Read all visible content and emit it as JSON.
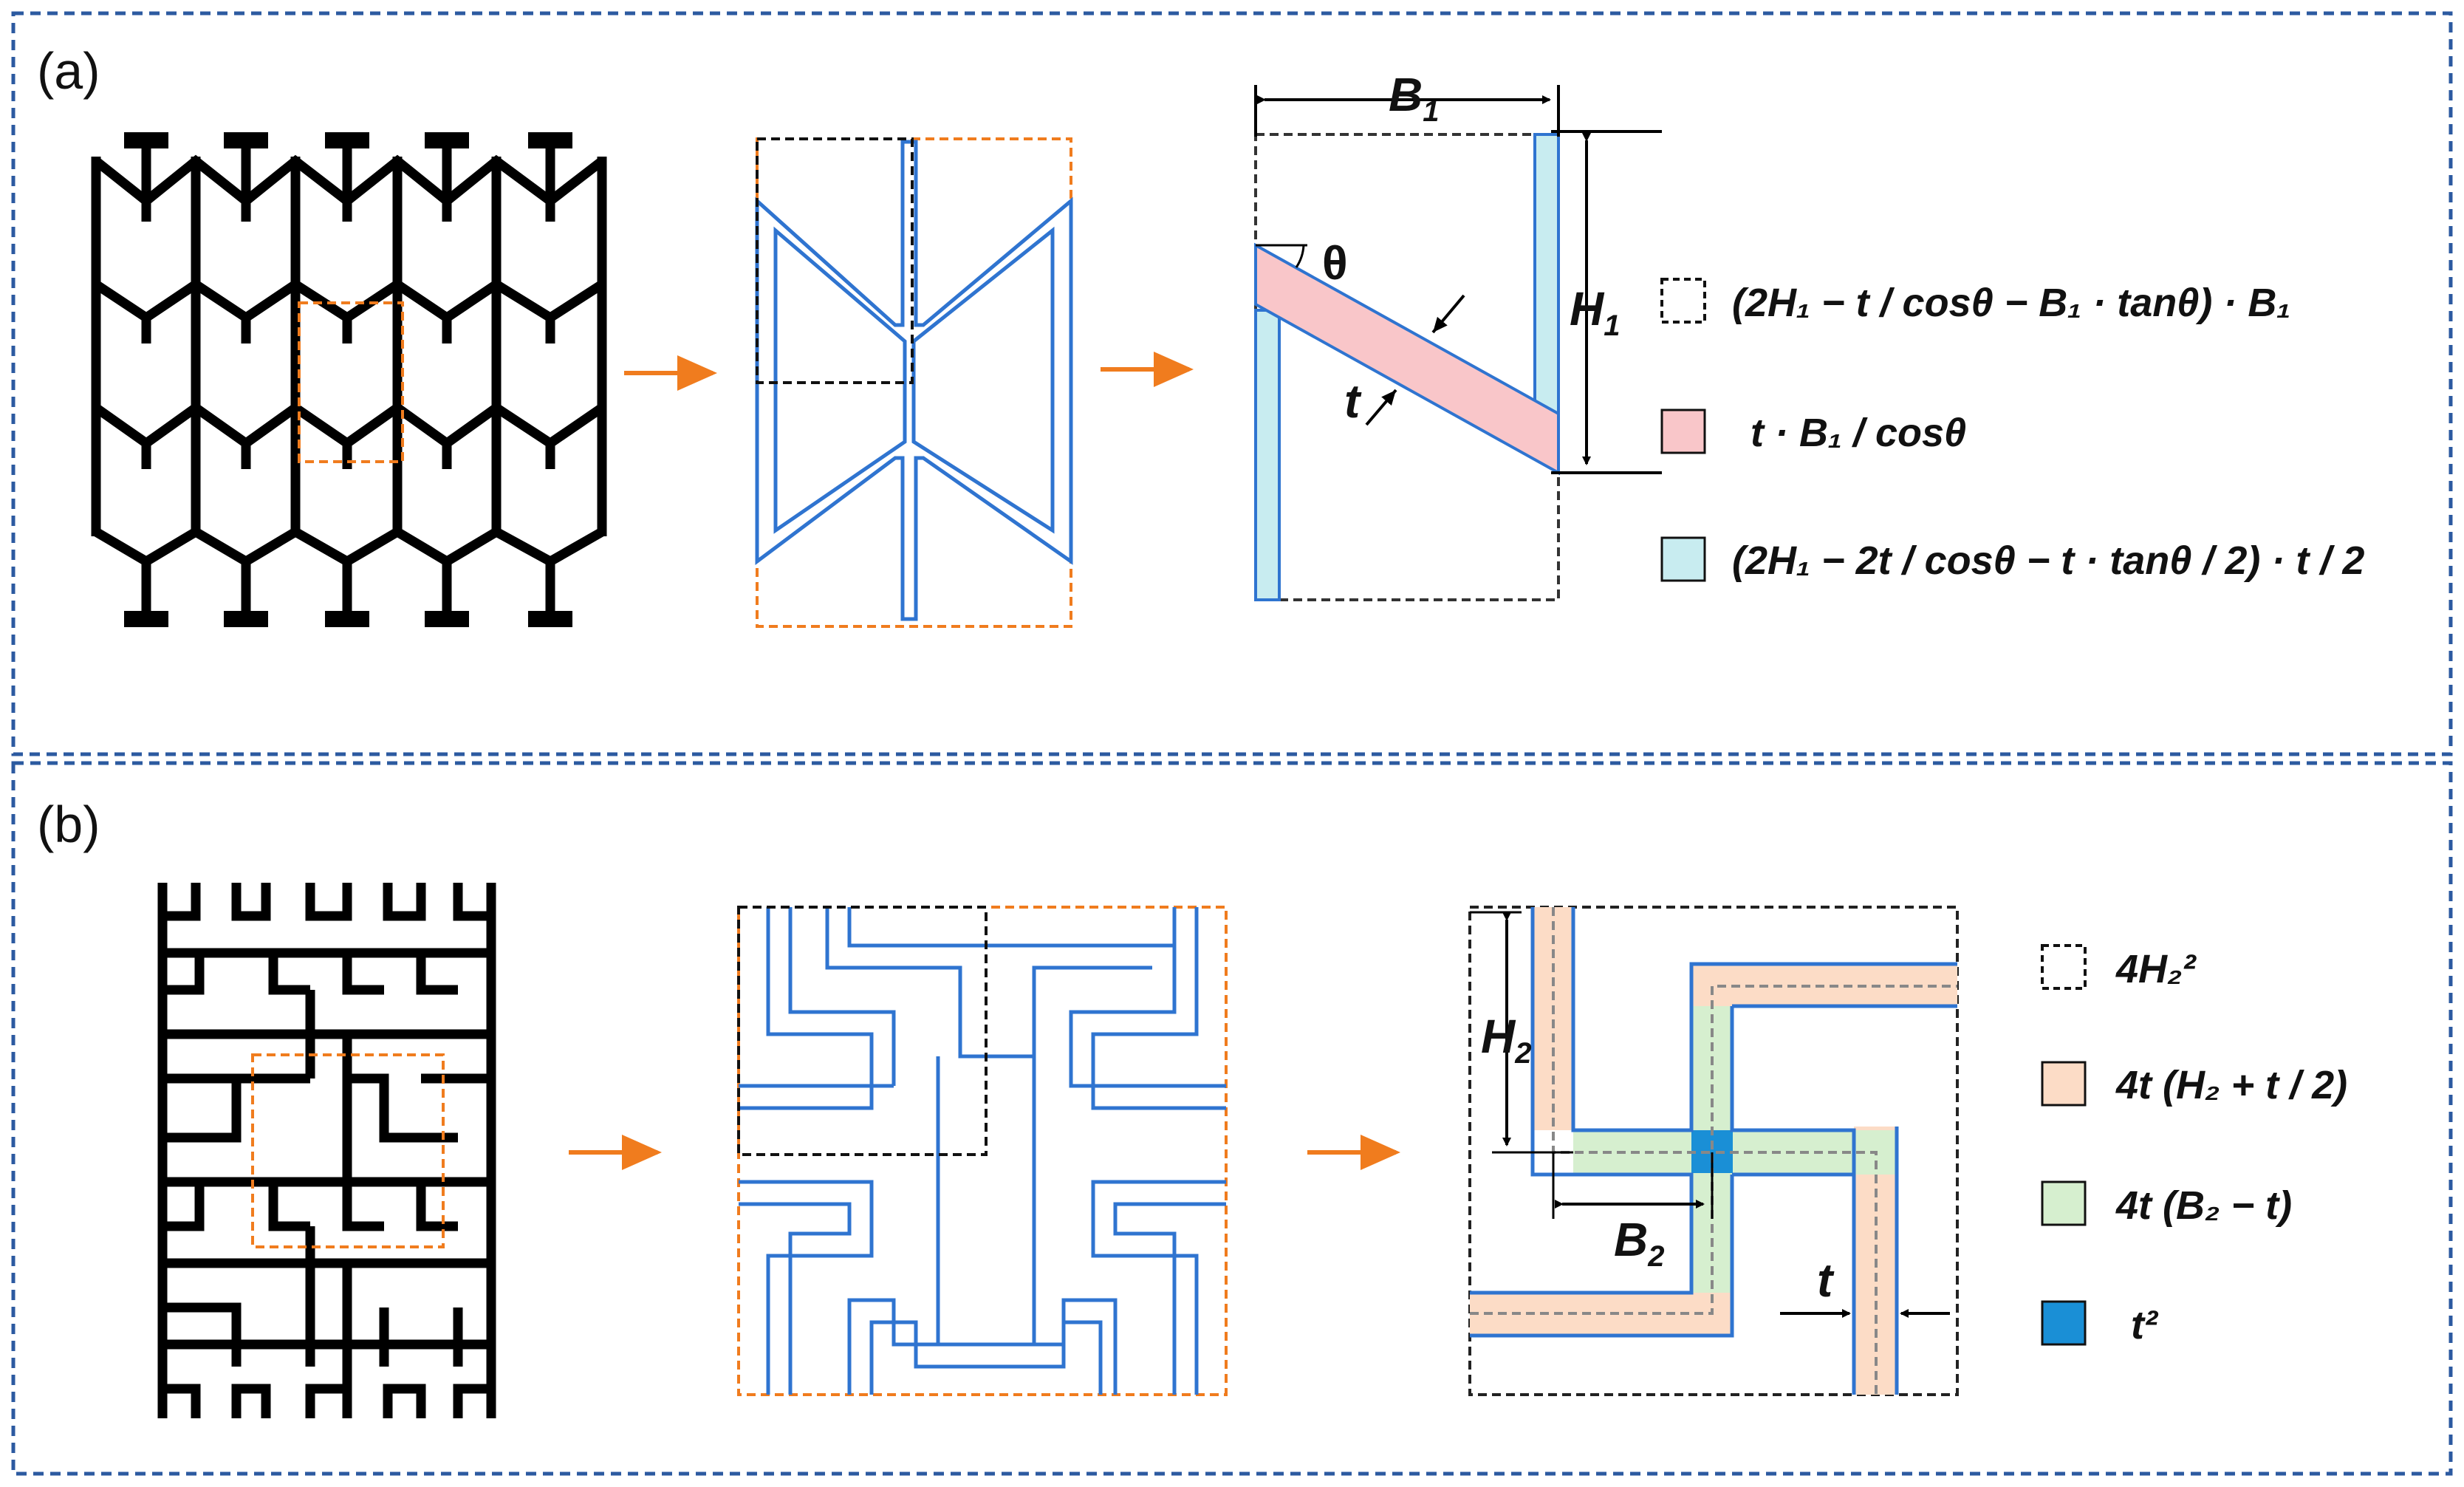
{
  "panel_a": {
    "label": "(a)",
    "dim_b1": "B",
    "dim_b1_sub": "1",
    "dim_h1": "H",
    "dim_h1_sub": "1",
    "angle": "θ",
    "thickness": "t",
    "legend": [
      {
        "swatch": "dashed-box",
        "formula": "(2H₁ − t / cosθ − B₁ · tanθ) · B₁"
      },
      {
        "swatch": "#f9c6c9",
        "formula": "t · B₁ / cosθ"
      },
      {
        "swatch": "#c8ecf0",
        "formula": "(2H₁ − 2t / cosθ − t · tanθ / 2) · t / 2"
      }
    ]
  },
  "panel_b": {
    "label": "(b)",
    "dim_h2": "H",
    "dim_h2_sub": "2",
    "dim_b2": "B",
    "dim_b2_sub": "2",
    "thickness": "t",
    "legend": [
      {
        "swatch": "dashed-box",
        "formula": "4H₂²"
      },
      {
        "swatch": "#fcdcc6",
        "formula": "4t (H₂ + t / 2)"
      },
      {
        "swatch": "#d6efcf",
        "formula": "4t (B₂ − t)"
      },
      {
        "swatch": "#1a8fd6",
        "formula": "t²"
      }
    ]
  },
  "colors": {
    "panel_border": "#2c5aa0",
    "arrow": "#f07c1e",
    "structure_line": "#2f74d0",
    "unit_cell_box": "#f07c1e",
    "ink": "#000000"
  }
}
